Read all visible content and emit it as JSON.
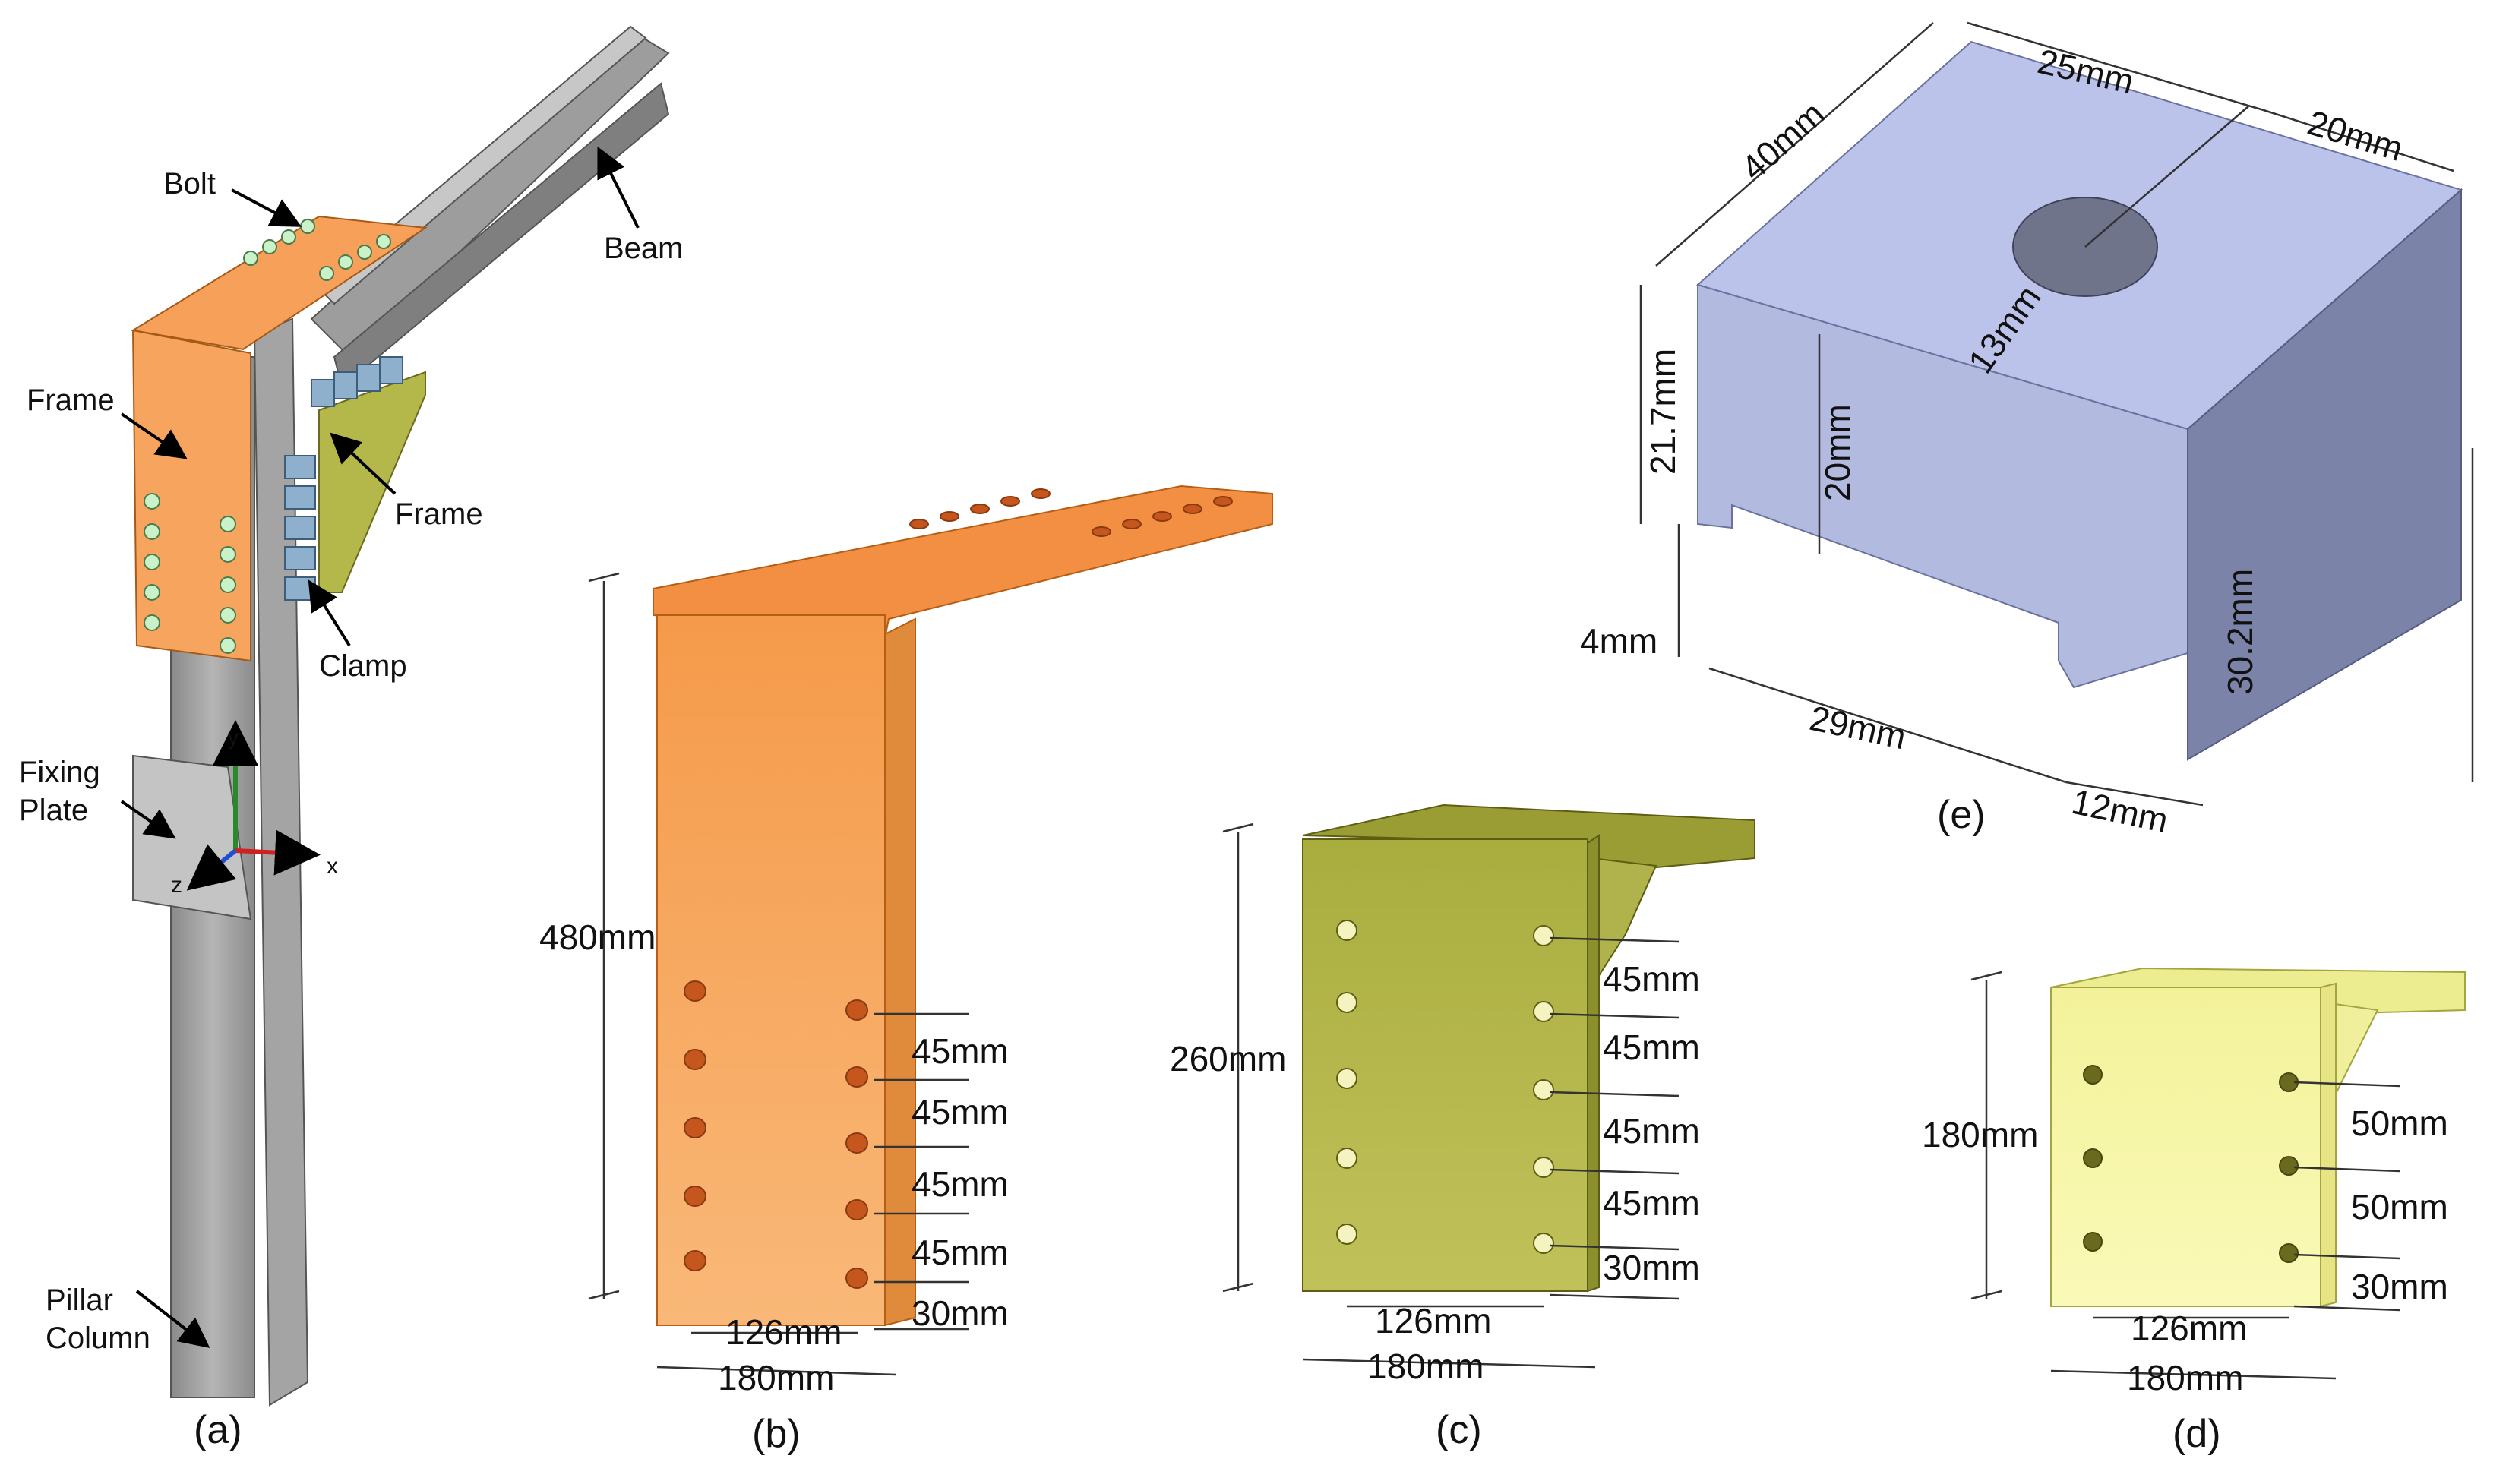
{
  "panel_a": {
    "caption": "(a)",
    "labels": {
      "bolt": "Bolt",
      "beam": "Beam",
      "frame_left": "Frame",
      "frame_right": "Frame",
      "clamp": "Clamp",
      "fixing_plate_1": "Fixing",
      "fixing_plate_2": "Plate",
      "pillar_1": "Pillar",
      "pillar_2": "Column"
    },
    "axes": {
      "x": "x",
      "y": "y",
      "z": "z"
    }
  },
  "panel_b": {
    "caption": "(b)",
    "height": "480mm",
    "spacings": [
      "45mm",
      "45mm",
      "45mm",
      "45mm",
      "30mm"
    ],
    "hole_span": "126mm",
    "width": "180mm"
  },
  "panel_c": {
    "caption": "(c)",
    "height": "260mm",
    "spacings": [
      "45mm",
      "45mm",
      "45mm",
      "45mm",
      "30mm"
    ],
    "hole_span": "126mm",
    "width": "180mm"
  },
  "panel_d": {
    "caption": "(d)",
    "height": "180mm",
    "spacings": [
      "50mm",
      "50mm",
      "30mm"
    ],
    "hole_span": "126mm",
    "width": "180mm"
  },
  "panel_e": {
    "caption": "(e)",
    "dims": {
      "top_mid": "25mm",
      "top_right": "20mm",
      "top_left": "40mm",
      "left_height": "21.7mm",
      "inner_height": "20mm",
      "hole_dia": "13mm",
      "right_height": "30.2mm",
      "foot": "4mm",
      "bottom_width": "29mm",
      "notch": "12mm"
    }
  },
  "colors": {
    "orange": "#f5a45a",
    "olive": "#b6b94a",
    "pale_yellow": "#f6f5a0",
    "steel": "#9a9a9a",
    "block": "#b9c0e6"
  }
}
